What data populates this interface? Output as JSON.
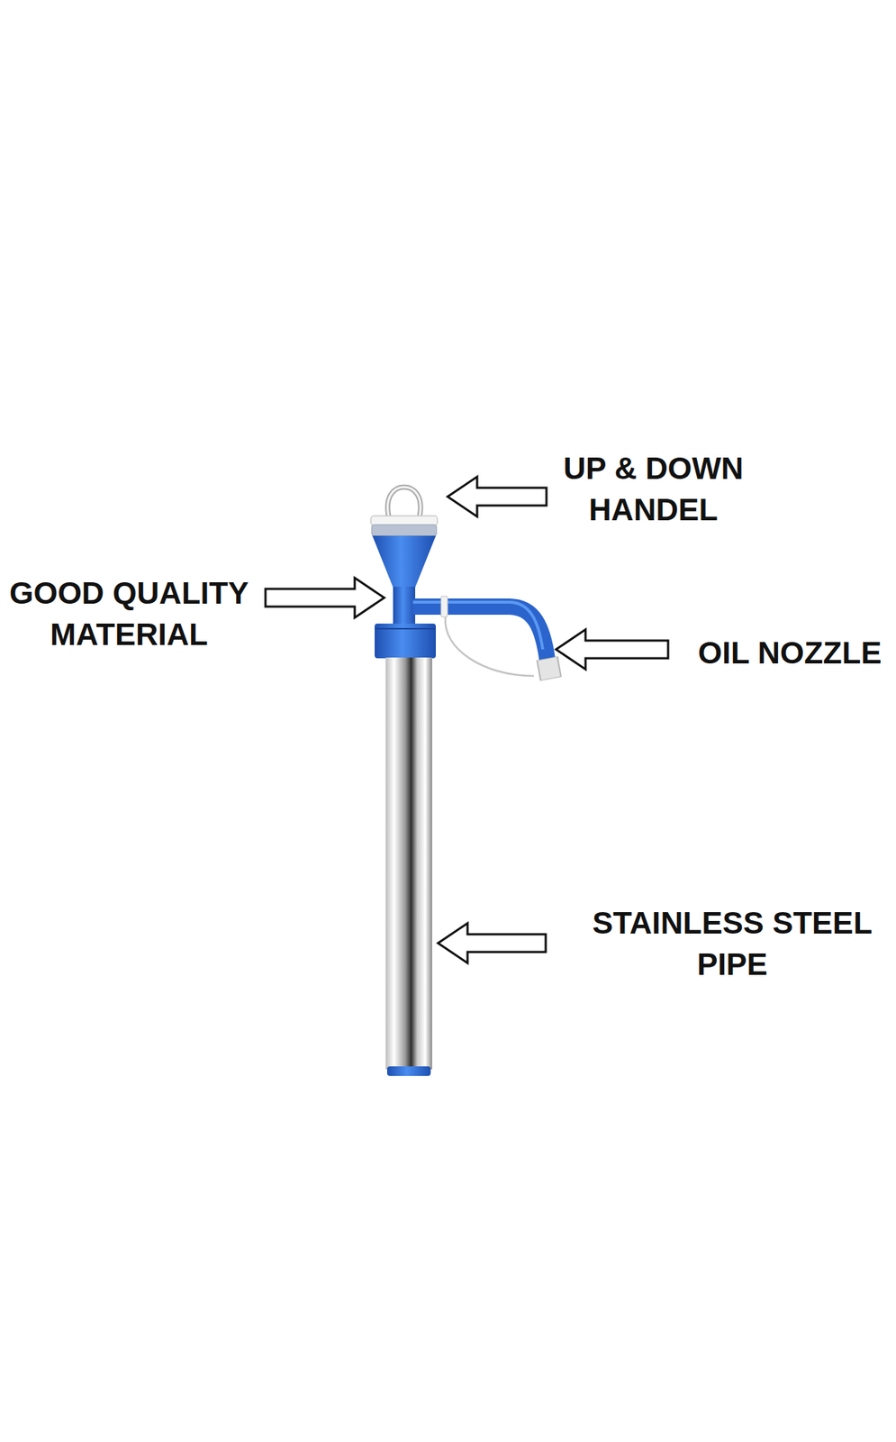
{
  "diagram": {
    "labels": [
      "UP & DOWN HANDEL",
      "GOOD QUALITY MATERIAL",
      "OIL NOZZLE",
      "STAINLESS STEEL PIPE"
    ]
  }
}
